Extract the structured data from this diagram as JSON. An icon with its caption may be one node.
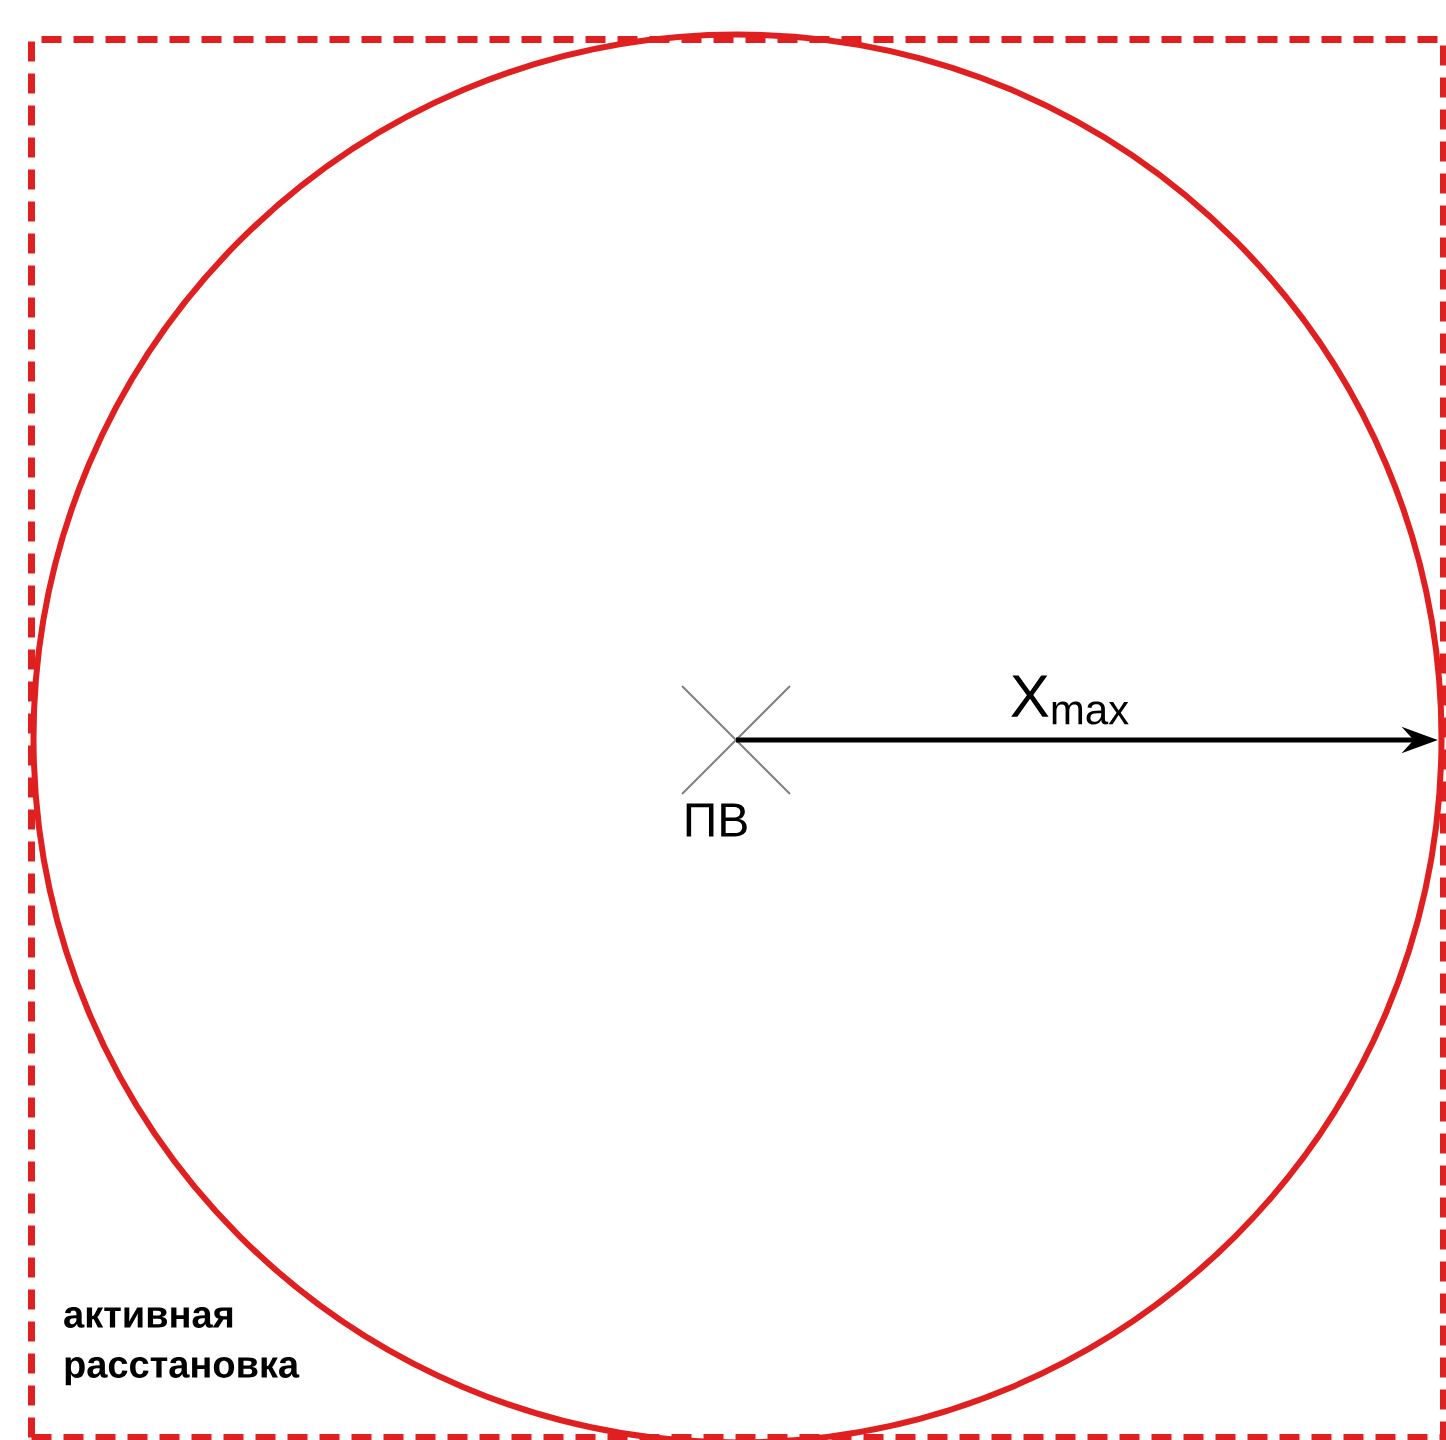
{
  "diagram": {
    "nodes": [
      {
        "text": [
          "активная расстановка"
        ]
      },
      {
        "text": [],
        "shape": "circle",
        "in": 0
      }
    ],
    "labels": [
      "X$_{max}$",
      "ПВ"
    ]
  }
}
